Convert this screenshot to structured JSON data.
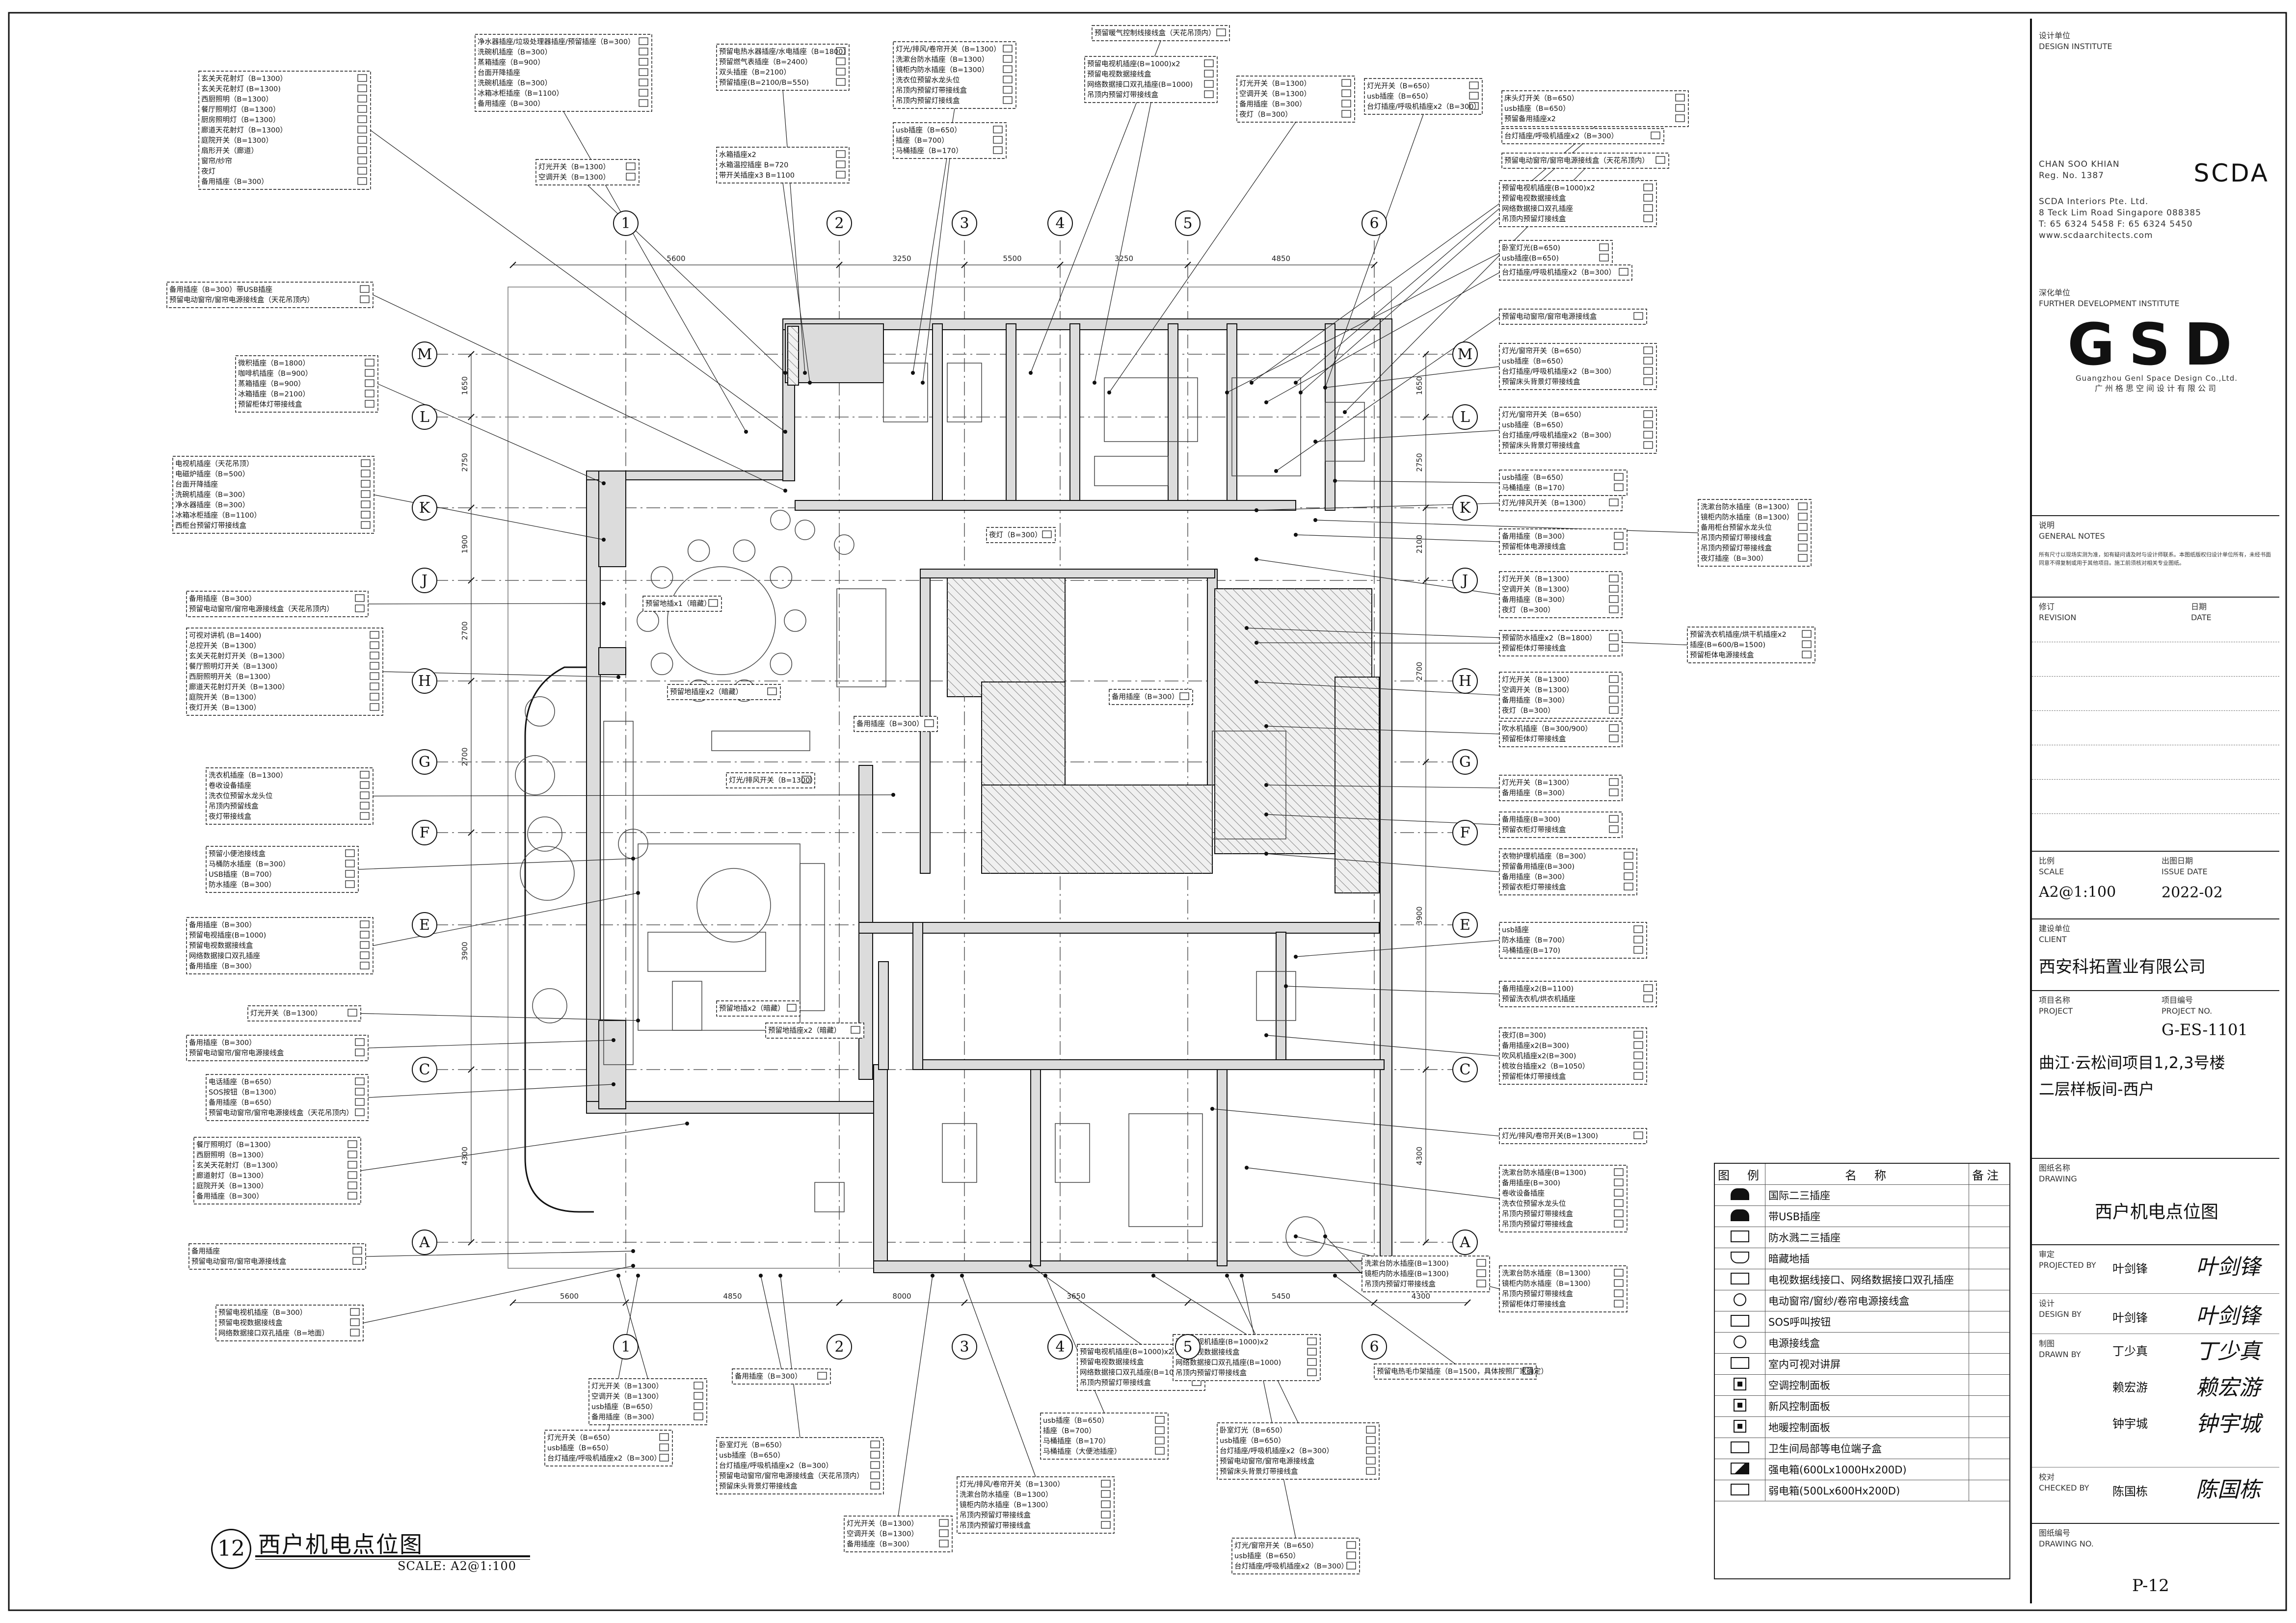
{
  "drawing": {
    "number": "12",
    "title": "西户机电点位图",
    "scale_label": "SCALE: A2@1:100"
  },
  "grid": {
    "columns": [
      "1",
      "2",
      "3",
      "4",
      "5",
      "6"
    ],
    "rows": [
      "M",
      "L",
      "K",
      "J",
      "H",
      "G",
      "F",
      "E",
      "C",
      "A"
    ],
    "top_dims": [
      "5600",
      "3250",
      "5500",
      "3250",
      "4850"
    ],
    "bottom_dims": [
      "5600",
      "4850",
      "8000",
      "3650",
      "5450",
      "4300"
    ],
    "left_dims": [
      "1650",
      "2750",
      "1900",
      "2700",
      "2700",
      "3900",
      "4300"
    ],
    "right_dims": [
      "1650",
      "2750",
      "2100",
      "2700",
      "3900",
      "4300"
    ]
  },
  "tags": {
    "left": [
      {
        "lines": [
          "玄关天花射灯（B=1300）",
          "玄关天花射灯 (B=1300)",
          "西厨照明（B=1300）",
          "餐厅照明灯（B=1300）",
          "厨房照明灯（B=1300）",
          "廊道天花射灯（B=1300）",
          "庭院开关（B=1300）",
          "扇形开关（廊道）",
          "窗帘/纱帘",
          "夜灯",
          "备用插座（B=300）"
        ]
      },
      {
        "lines": [
          "备用插座（B=300）带USB插座",
          "预留电动窗帘/窗帘电源接线盒（天花吊顶内）"
        ]
      },
      {
        "lines": [
          "微积插座（B=1800）",
          "咖啡机插座（B=900）",
          "蒸箱插座（B=900）",
          "冰箱插座（B=2100）",
          "预留柜体灯带接线盒"
        ]
      },
      {
        "lines": [
          "电视机插座（天花吊顶）",
          "电磁炉插座（B=500）",
          "台面开降插座",
          "洗碗机插座（B=300）",
          "净水器插座（B=300）",
          "冰箱冰柜插座（B=1100）",
          "西柜台预留灯带接线盒"
        ]
      },
      {
        "lines": [
          "备用插座（B=300）",
          "预留电动窗帘/窗帘电源接线盒（天花吊顶内）"
        ]
      },
      {
        "lines": [
          "可视对讲机 (B=1400)",
          "总控开关（B=1300）",
          "玄关天花射灯开关（B=1300）",
          "餐厅照明灯开关（B=1300）",
          "西厨照明开关（B=1300）",
          "廊道天花射灯开关（B=1300）",
          "庭院开关（B=1300）",
          "夜灯开关（B=1300）"
        ]
      },
      {
        "lines": [
          "洗衣机插座（B=1300）",
          "卷收设备插座",
          "洗衣位预留水龙头位",
          "吊顶内预留线盒",
          "夜灯带接线盒"
        ]
      },
      {
        "lines": [
          "预留小便池接线盒",
          "马桶防水插座（B=300）",
          "USB插座（B=700）",
          "防水插座（B=300）"
        ]
      },
      {
        "lines": [
          "备用插座（B=300）",
          "预留电视插座(B=1000)",
          "预留电视数据接线盒",
          "网络数据接口双孔插座",
          "备用插座（B=300）"
        ]
      },
      {
        "lines": [
          "灯光开关（B=1300）"
        ]
      },
      {
        "lines": [
          "备用插座（B=300）",
          "预留电动窗帘/窗帘电源接线盒"
        ]
      },
      {
        "lines": [
          "电话插座（B=650）",
          "SOS按钮（B=1300）",
          "备用插座（B=650）",
          "预留电动窗帘/窗帘电源接线盒（天花吊顶内）"
        ]
      },
      {
        "lines": [
          "餐厅照明灯（B=1300）",
          "西厨照明（B=1300）",
          "玄关天花射灯（B=1300）",
          "廊道射灯（B=1300）",
          "庭院开关（B=1300）",
          "备用插座（B=300）"
        ]
      },
      {
        "lines": [
          "备用插座",
          "预留电动窗帘/窗帘电源接线盒"
        ]
      },
      {
        "lines": [
          "预留电视机插座（B=300）",
          "预留电视数据接线盒",
          "网络数据接口双孔插座（B=地面）"
        ]
      }
    ],
    "top": [
      {
        "lines": [
          "净水器插座/垃圾处理器插座/预留插座（B=300）",
          "洗碗机插座（B=300）",
          "蒸箱插座（B=900）",
          "台面开降插座",
          "洗碗机插座（B=300）",
          "冰箱冰柜插座（B=1100）",
          "备用插座（B=300）"
        ]
      },
      {
        "lines": [
          "灯光开关（B=1300）",
          "空调开关（B=1300）"
        ]
      },
      {
        "lines": [
          "预留电热水器插座/水电插座（B=1800）",
          "预留燃气表插座（B=2400）",
          "双头插座（B=2100）",
          "预留插座(B=2100/B=550)"
        ]
      },
      {
        "lines": [
          "水箱插座x2",
          "水箱温控插座 B=720",
          "带开关插座x3 B=1100"
        ]
      },
      {
        "lines": [
          "灯光/排风/卷帘开关（B=1300）",
          "洗漱台防水插座（B=1300）",
          "镜柜内防水插座（B=1300）",
          "洗衣位预留水龙头位",
          "吊顶内预留灯带接线盒",
          "吊顶内预留灯接线盒"
        ]
      },
      {
        "lines": [
          "usb插座（B=650）",
          "插座（B=700）",
          "马桶插座（B=170）"
        ]
      },
      {
        "lines": [
          "预留暖气控制线接线盒（天花吊顶内）"
        ]
      },
      {
        "lines": [
          "预留电视机插座(B=1000)x2",
          "预留电视数据接线盒",
          "网络数据接口双孔插座(B=1000)",
          "吊顶内预留灯带接线盒"
        ]
      },
      {
        "lines": [
          "灯光开关（B=1300）",
          "空调开关（B=1300）",
          "备用插座（B=300）",
          "夜灯（B=300）"
        ]
      },
      {
        "lines": [
          "灯光开关（B=650）",
          "usb插座（B=650）",
          "台灯插座/呼吸机插座x2（B=300）"
        ]
      },
      {
        "lines": [
          "床头灯开关（B=650）",
          "usb插座（B=650）",
          "预留备用插座x2"
        ]
      },
      {
        "lines": [
          "台灯插座/呼吸机插座x2（B=300）"
        ]
      },
      {
        "lines": [
          "预留电动窗帘/窗帘电源接线盒（天花吊顶内）"
        ]
      }
    ],
    "right": [
      {
        "lines": [
          "预留电视机插座(B=1000)x2",
          "预留电视数据接线盒",
          "网络数据接口双孔插座",
          "吊顶内预留灯接线盒"
        ]
      },
      {
        "lines": [
          "卧室灯光(B=650)",
          "usb插座(B=650)"
        ]
      },
      {
        "lines": [
          "台灯插座/呼吸机插座x2（B=300）"
        ]
      },
      {
        "lines": [
          "预留电动窗帘/窗帘电源接线盒"
        ]
      },
      {
        "lines": [
          "灯光/窗帘开关（B=650）",
          "usb插座（B=650）",
          "台灯插座/呼吸机插座x2（B=300）",
          "预留床头背景灯带接线盒"
        ]
      },
      {
        "lines": [
          "灯光/窗帘开关（B=650）",
          "usb插座（B=650）",
          "台灯插座/呼吸机插座x2（B=300）",
          "预留床头背景灯带接线盒"
        ]
      },
      {
        "lines": [
          "usb插座（B=650）",
          "马桶插座（B=170）"
        ]
      },
      {
        "lines": [
          "灯光/排风开关（B=1300）"
        ]
      },
      {
        "lines": [
          "洗漱台防水插座（B=1300）",
          "镜柜内防水插座（B=1300）",
          "备用柜台预留水龙头位",
          "吊顶内预留灯带接线盒",
          "吊顶内预留灯带接线盒",
          "夜灯插座（B=300）"
        ]
      },
      {
        "lines": [
          "备用插座（B=300）",
          "预留柜体电源接线盒"
        ]
      },
      {
        "lines": [
          "灯光开关（B=1300）",
          "空调开关（B=1300）",
          "备用插座（B=300）",
          "夜灯（B=300）"
        ]
      },
      {
        "lines": [
          "预留洗衣机插座/烘干机插座x2",
          "插座(B=600/B=1500)",
          "预留柜体电源接线盒"
        ]
      },
      {
        "lines": [
          "预留防水插座x2（B=1800）",
          "预留柜体灯带接线盒"
        ]
      },
      {
        "lines": [
          "灯光开关（B=1300）",
          "空调开关（B=1300）",
          "备用插座（B=300）",
          "夜灯（B=300）"
        ]
      },
      {
        "lines": [
          "吹水机插座（B=300/900）",
          "预留柜体灯带接线盒"
        ]
      },
      {
        "lines": [
          "灯光开关（B=1300）",
          "备用插座（B=300）"
        ]
      },
      {
        "lines": [
          "备用插座(B=300)",
          "预留衣柜灯带接线盒"
        ]
      },
      {
        "lines": [
          "衣物护理机插座（B=300）",
          "预留备用插座(B=300)",
          "备用插座（B=300）",
          "预留衣柜灯带接线盒"
        ]
      },
      {
        "lines": [
          "usb插座",
          "防水插座（B=700）",
          "马桶插座(B=170)"
        ]
      },
      {
        "lines": [
          "备用插座x2(B=1100)",
          "预留洗衣机/烘衣机插座"
        ]
      },
      {
        "lines": [
          "夜灯(B=300)",
          "备用插座x2(B=300)",
          "吹风机插座x2(B=300)",
          "梳妆台插座x2（B=1050）",
          "预留柜体灯带接线盒"
        ]
      },
      {
        "lines": [
          "灯光/排风/卷帘开关(B=1300)"
        ]
      },
      {
        "lines": [
          "洗漱台防水插座(B=1300)",
          "备用插座(B=300)",
          "卷收设备插座",
          "洗衣位预留水龙头位",
          "吊顶内预留灯带接线盒",
          "吊顶内预留灯带接线盒"
        ]
      },
      {
        "lines": [
          "洗漱台防水插座（B=1300）",
          "镜柜内防水插座（B=1300）",
          "吊顶内预留灯带接线盒",
          "预留柜体灯带接线盒"
        ]
      }
    ],
    "bottom": [
      {
        "lines": [
          "灯光开关（B=1300）",
          "空调开关（B=1300）",
          "usb插座（B=650）",
          "备用插座（B=300）"
        ]
      },
      {
        "lines": [
          "备用插座（B=300）"
        ]
      },
      {
        "lines": [
          "预留电视机插座(B=1000)x2",
          "预留电视数据接线盒",
          "网络数据接口双孔插座(B=1000)",
          "吊顶内预留灯带接线盒"
        ]
      },
      {
        "lines": [
          "usb插座（B=650）",
          "插座（B=700）",
          "马桶插座（B=170）",
          "马桶插座（大便池插座）"
        ]
      },
      {
        "lines": [
          "预留电视机插座(B=1000)x2",
          "预留电视数据接线盒",
          "网络数据接口双孔插座(B=1000)",
          "吊顶内预留灯带接线盒"
        ]
      },
      {
        "lines": [
          "预留电热毛巾架插座（B=1500，具体按照厂家确定）"
        ]
      },
      {
        "lines": [
          "灯光开关（B=650）",
          "usb插座（B=650）",
          "台灯插座/呼吸机插座x2（B=300）"
        ]
      },
      {
        "lines": [
          "卧室灯光（B=650）",
          "usb插座（B=650）",
          "台灯插座/呼吸机插座x2（B=300）",
          "预留电动窗帘/窗帘电源接线盒（天花吊顶内）",
          "预留床头背景灯带接线盒"
        ]
      },
      {
        "lines": [
          "灯光/排风/卷帘开关（B=1300）",
          "洗漱台防水插座（B=1300）",
          "镜柜内防水插座（B=1300）",
          "吊顶内预留灯带接线盒",
          "吊顶内预留灯带接线盒"
        ]
      },
      {
        "lines": [
          "卧室灯光（B=650）",
          "usb插座（B=650）",
          "台灯插座/呼吸机插座x2（B=300）",
          "预留电动窗帘/窗帘电源接线盒",
          "预留床头背景灯带接线盒"
        ]
      },
      {
        "lines": [
          "灯光/窗帘开关（B=650）",
          "usb插座（B=650）",
          "台灯插座/呼吸机插座x2（B=300）"
        ]
      },
      {
        "lines": [
          "灯光开关（B=1300）",
          "空调开关（B=1300）",
          "备用插座（B=300）"
        ]
      },
      {
        "lines": [
          "洗漱台防水插座(B=1300)",
          "镜柜内防水插座(B=1300)",
          "吊顶内预留灯带接线盒"
        ]
      }
    ],
    "inner": [
      {
        "lines": [
          "预留地插x1（暗藏）"
        ]
      },
      {
        "lines": [
          "预留地插座x2（暗藏）"
        ]
      },
      {
        "lines": [
          "预留地插x2（暗藏）"
        ]
      },
      {
        "lines": [
          "预留地插座x2（暗藏）"
        ]
      },
      {
        "lines": [
          "灯光/排风开关（B=1300）"
        ]
      },
      {
        "lines": [
          "备用插座（B=300）"
        ]
      },
      {
        "lines": [
          "夜灯（B=300）"
        ]
      },
      {
        "lines": [
          "备用插座（B=300）"
        ]
      }
    ]
  },
  "legend": {
    "headers": [
      "图　例",
      "名　称",
      "备注"
    ],
    "items": [
      {
        "icon": "socket-icon",
        "name": "国际二三插座"
      },
      {
        "icon": "usb-socket-icon",
        "name": "带USB插座"
      },
      {
        "icon": "waterproof-socket-icon",
        "name": "防水溅二三插座"
      },
      {
        "icon": "hidden-floor-socket-icon",
        "name": "暗藏地插"
      },
      {
        "icon": "data-socket-icon",
        "name": "电视数据线接口、网络数据接口双孔插座"
      },
      {
        "icon": "motor-box-icon",
        "name": "电动窗帘/窗纱/卷帘电源接线盒"
      },
      {
        "icon": "sos-button-icon",
        "name": "SOS呼叫按钮"
      },
      {
        "icon": "junction-box-icon",
        "name": "电源接线盒"
      },
      {
        "icon": "intercom-icon",
        "name": "室内可视对讲屏"
      },
      {
        "icon": "ac-panel-icon",
        "name": "空调控制面板"
      },
      {
        "icon": "fresh-air-panel-icon",
        "name": "新风控制面板"
      },
      {
        "icon": "floor-heating-panel-icon",
        "name": "地暖控制面板"
      },
      {
        "icon": "leb-box-icon",
        "name": "卫生间局部等电位端子盒"
      },
      {
        "icon": "strong-box-icon",
        "name": "强电箱(600Lx1000Hx200D)"
      },
      {
        "icon": "weak-box-icon",
        "name": "弱电箱(500Lx600Hx200D)"
      }
    ]
  },
  "titleblock": {
    "design_institute_cn": "设计单位",
    "design_institute_en": "DESIGN INSTITUTE",
    "architect_name": "CHAN SOO KHIAN",
    "architect_reg": "Reg. No. 1387",
    "architect_brand": "SCDA",
    "architect_company": "SCDA Interiors Pte. Ltd.",
    "architect_address": "8 Teck Lim Road Singapore 088385",
    "architect_phone": "T: 65 6324 5458    F: 65 6324 5450",
    "architect_web": "www.scdaarchitects.com",
    "further_cn": "深化单位",
    "further_en": "FURTHER DEVELOPMENT INSTITUTE",
    "gsd_logo": "GSD",
    "gsd_company_en": "Guangzhou Genl Space Design Co.,Ltd.",
    "gsd_company_cn": "广州格思空间设计有限公司",
    "notes_cn": "说明",
    "notes_en": "GENERAL NOTES",
    "notes_text": "所有尺寸以现场实测为准，如有疑问请及时与设计师联系。本图纸版权归设计单位所有，未经书面同意不得复制或用于其他项目。施工前须核对相关专业图纸。",
    "revision_cn": "修订",
    "revision_en": "REVISION",
    "date_cn": "日期",
    "date_en": "DATE",
    "scale_cn": "比例",
    "scale_en": "SCALE",
    "scale_value": "A2@1:100",
    "issue_cn": "出图日期",
    "issue_en": "ISSUE DATE",
    "issue_value": "2022-02",
    "client_cn": "建设单位",
    "client_en": "CLIENT",
    "client_value": "西安科拓置业有限公司",
    "project_cn": "项目名称",
    "project_en": "PROJECT",
    "projno_cn": "项目编号",
    "projno_en": "PROJECT NO.",
    "projno_value": "G-ES-1101",
    "project_value_1": "曲江·云松间项目1,2,3号楼",
    "project_value_2": "二层样板间-西户",
    "drawing_cn": "图纸名称",
    "drawing_en": "DRAWING",
    "drawing_value": "西户机电点位图",
    "approved_cn": "审定",
    "approved_en": "PROJECTED BY",
    "approved_name": "叶剑锋",
    "approved_sig": "叶剑锋",
    "design_cn": "设计",
    "design_en": "DESIGN BY",
    "design_name": "叶剑锋",
    "design_sig": "叶剑锋",
    "drawn_cn": "制图",
    "drawn_en": "DRAWN BY",
    "drawn_name_1": "丁少真",
    "drawn_sig_1": "丁少真",
    "drawn_name_2": "赖宏游",
    "drawn_sig_2": "赖宏游",
    "drawn_name_3": "钟宇城",
    "drawn_sig_3": "钟宇城",
    "checked_cn": "校对",
    "checked_en": "CHECKED BY",
    "checked_name": "陈国栋",
    "checked_sig": "陈国栋",
    "drawno_cn": "图纸编号",
    "drawno_en": "DRAWING NO.",
    "drawno_value": "P-12"
  }
}
